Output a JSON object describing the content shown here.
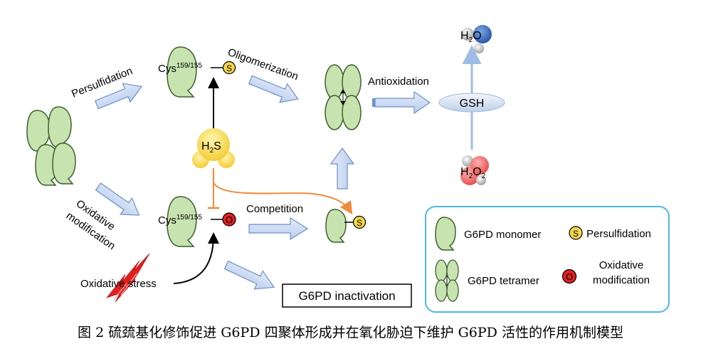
{
  "labels": {
    "persulfidation_arrow": "Persulfidation",
    "oxidative_mod_arrow_line1": "Oxidative",
    "oxidative_mod_arrow_line2": "modification",
    "cys_base_top": "Cys",
    "cys_sup_top": "159/155",
    "cys_base_bottom": "Cys",
    "cys_sup_bottom": "159/155",
    "oligomerization": "Oligomerization",
    "antioxidation": "Antioxidation",
    "competition": "Competition",
    "oxidative_stress": "Oxidative stress",
    "inactivation": "G6PD inactivation",
    "gsh": "GSH",
    "h2s_main": "H",
    "h2s_sub": "2",
    "h2s_end": "S",
    "h2o_main": "H",
    "h2o_sub": "2",
    "h2o_end": "O",
    "h2o2_main": "H",
    "h2o2_sub1": "2",
    "h2o2_mid": "O",
    "h2o2_sub2": "2",
    "s_mark": "S",
    "o_mark": "O"
  },
  "legend": {
    "monomer": "G6PD monomer",
    "persulfidation": "Persulfidation",
    "tetramer": "G6PD tetramer",
    "oxidative_line1": "Oxidative",
    "oxidative_line2": "modification",
    "s_mark": "S",
    "o_mark": "O"
  },
  "caption": "图 2  硫巯基化修饰促进 G6PD 四聚体形成并在氧化胁迫下维护 G6PD 活性的作用机制模型",
  "colors": {
    "protein_fill": "#c7e3b0",
    "protein_stroke": "#3f5f2e",
    "arrow_fill": "#c9d9f2",
    "arrow_stroke": "#6f8fc8",
    "sulfur_yellow": "#f5d64a",
    "oxygen_red": "#e02020",
    "competition_orange": "#f08a3c",
    "legend_border": "#4fb8df",
    "water_blue": "#2f5fb5",
    "peroxide_red": "#ec6464"
  }
}
